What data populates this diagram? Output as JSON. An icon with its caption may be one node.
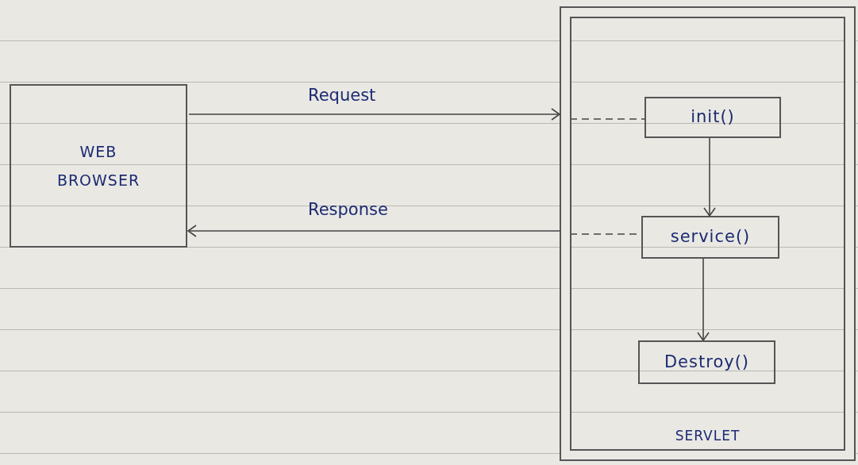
{
  "diagram": {
    "nodes": [
      {
        "text": [
          "WEB BROWSER"
        ]
      },
      {
        "text": [
          "SERVLET"
        ]
      },
      {
        "text": [
          "init()"
        ],
        "in": 1
      },
      {
        "text": [
          "service()"
        ],
        "in": 1
      },
      {
        "text": [
          "Destroy()"
        ],
        "in": 1
      }
    ],
    "edges": [
      {
        "from": 0,
        "to": 1,
        "arrow": "to",
        "label": "Request"
      },
      {
        "from": 1,
        "to": 2,
        "arrow": "none",
        "style": "dashed"
      },
      {
        "from": 1,
        "to": 0,
        "arrow": "to",
        "label": "Response"
      },
      {
        "from": 1,
        "to": 3,
        "arrow": "none",
        "style": "dashed"
      },
      {
        "from": 2,
        "to": 3,
        "arrow": "to"
      },
      {
        "from": 3,
        "to": 4,
        "arrow": "to"
      }
    ]
  }
}
